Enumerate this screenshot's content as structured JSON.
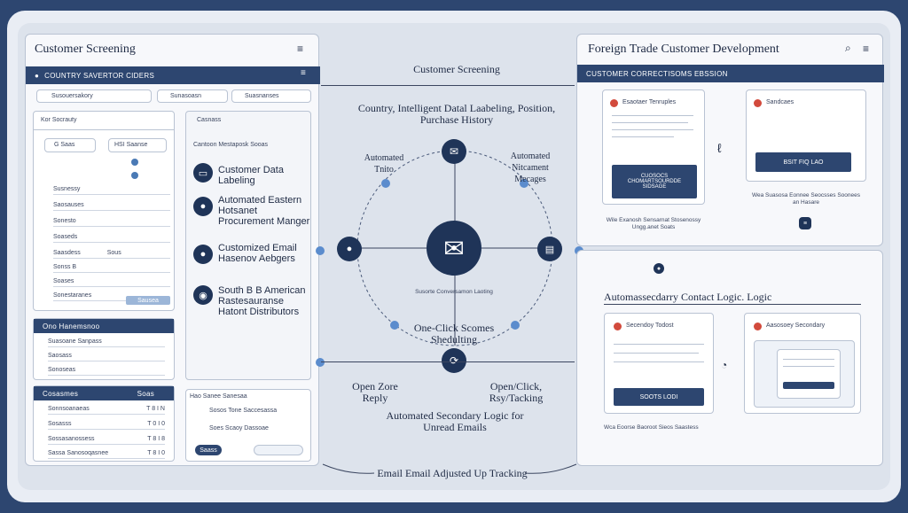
{
  "left": {
    "title": "Customer Screening",
    "bar": "COUNTRY SAVERTOR CIDERS",
    "tabs": [
      "Susouersakory",
      "Sunasoasn",
      "Suasnanses"
    ],
    "filter_title": "Kor Socrauty",
    "filter_a": "G  Saas",
    "filter_b": "HSI  Saanse",
    "filter_rows": [
      "Susnessy",
      "Saosauses",
      "Sonesto",
      "Soaseds",
      "Saasdess",
      "Sonss B",
      "Soases",
      "Sonestaranes"
    ],
    "filter_row_vals": [
      "",
      "",
      "",
      "",
      "Sous",
      "",
      "",
      ""
    ],
    "filter_btn": "Sausea",
    "mid_title": "Casnass",
    "mid_sub": "Cantoon Mestaposk Sooas",
    "items": [
      {
        "icon": "folder",
        "text": "Customer Data Labeling"
      },
      {
        "icon": "person",
        "text": "Automated Eastern Hotsanet Procurement Manger"
      },
      {
        "icon": "person",
        "text": "Customized Email Hasenov Aebgers"
      },
      {
        "icon": "globe",
        "text": "South B B American Rastesauranse Hatont Distributors"
      }
    ],
    "list_bar": "Ono Hanemsnoo",
    "list_items": [
      "Suasoane Sanpass",
      "Saosass",
      "Sonoseas"
    ],
    "table_head": [
      "Cosasmes",
      "Soas"
    ],
    "table_rows": [
      [
        "Sonnsoanaeas",
        "T 8  I N"
      ],
      [
        "Sosasss",
        "T 0  I 0"
      ],
      [
        "Sossasanossess",
        "T 8  I 8"
      ],
      [
        "Sassa Sanosoqasnee",
        "T 8  I 0"
      ]
    ],
    "status_title": "Hao Sanee Sanesaa",
    "status_items": [
      "Sosos Tone Saccesassa",
      "Soes Scaoy Dassoae"
    ],
    "status_btn": "Saass"
  },
  "center": {
    "top": "Customer Screening",
    "headline": "Country, Intelligent Datal Laabeling, Position, Purchase History",
    "auto_left": "Automated Tnito",
    "auto_right": "Automated Nitcament Mecages",
    "hub_caption": "Susorte Conversamon Laoting",
    "oneclick": "One-Click Scomes Shedulting",
    "open_left": "Open Zore Reply",
    "open_right": "Open/Click, Rsy/Tacking",
    "secondary": "Automated Secondary Logic for Unread Emails",
    "bottom": "Email Email Adjusted Up Tracking"
  },
  "right": {
    "title": "Foreign Trade Customer Development",
    "bar": "CUSTOMER CORRECTISOMS EBSSION",
    "card1_title": "Esaotaer Tenruples",
    "card1_btn": "CUOSOCS CHOMARTSOURDDE SIDSAGE",
    "card1_caption": "Wile Exanosh Sensarnat Stosenossy Ungg.anet Soats",
    "card2_title": "Sandcaes",
    "card2_btn": "BSIT FIQ LAO",
    "card2_caption": "Wea Suasosa Eonnee Seocsses Soonees an Hasare",
    "contact": "Automassecdarry Contact Logic. Logic",
    "card3_title": "Secendoy Todost",
    "card3_btn": "SOOTS LODI",
    "card4_title": "Aasosoey Secondary",
    "caption": "Wca Eoorse Baoroot Sieos Saastess"
  }
}
